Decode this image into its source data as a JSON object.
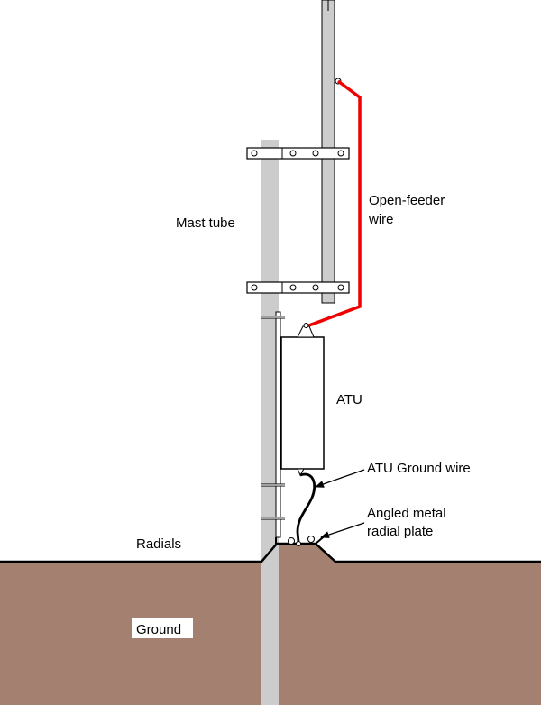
{
  "labels": {
    "mast_tube": "Mast tube",
    "open_feeder_line1": "Open-feeder",
    "open_feeder_line2": "wire",
    "atu": "ATU",
    "atu_ground_wire": "ATU Ground wire",
    "radial_plate_line1": "Angled metal",
    "radial_plate_line2": "radial plate",
    "radials": "Radials",
    "ground": "Ground"
  },
  "colors": {
    "ground_fill": "#a38070",
    "mast_fill": "#cccccc",
    "feeder_wire": "#ee0000",
    "outline": "#000000"
  }
}
